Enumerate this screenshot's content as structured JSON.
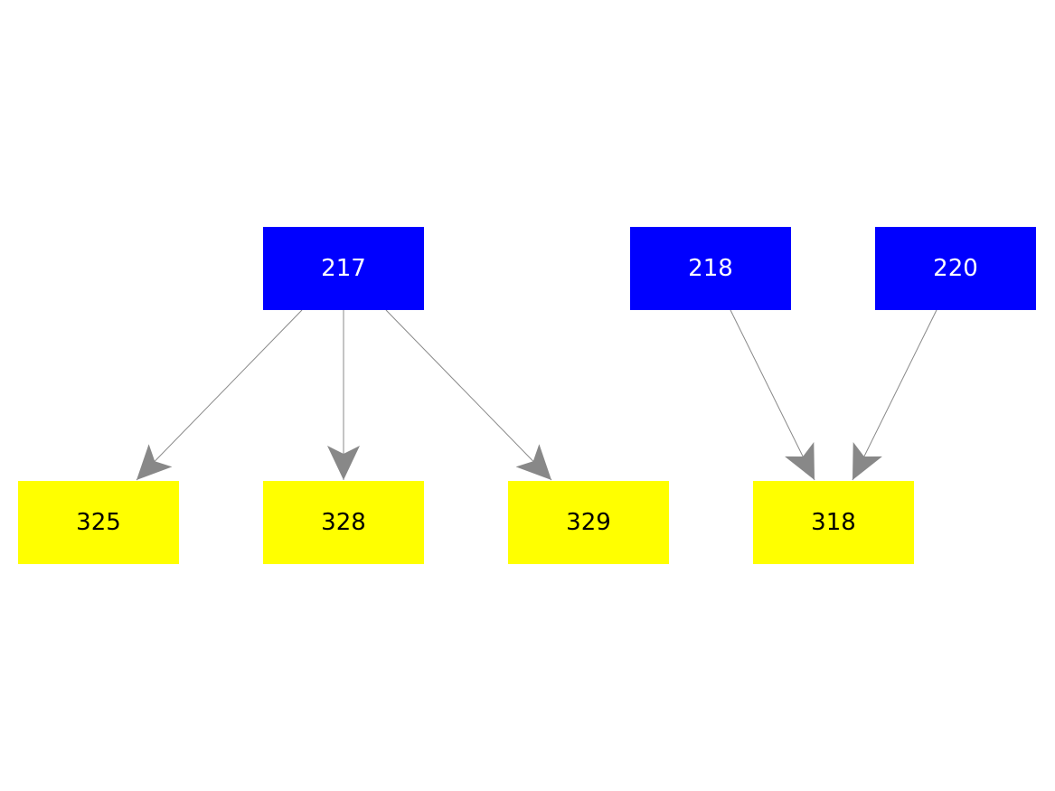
{
  "colors": {
    "source": "#0000ff",
    "target": "#ffff00",
    "source_text": "#ffffff",
    "target_text": "#000000",
    "edge": "#888888"
  },
  "nodes": {
    "n217": "217",
    "n218": "218",
    "n220": "220",
    "n325": "325",
    "n328": "328",
    "n329": "329",
    "n318": "318"
  },
  "edges": [
    {
      "from": "217",
      "to": "325"
    },
    {
      "from": "217",
      "to": "328"
    },
    {
      "from": "217",
      "to": "329"
    },
    {
      "from": "218",
      "to": "318"
    },
    {
      "from": "220",
      "to": "318"
    }
  ]
}
